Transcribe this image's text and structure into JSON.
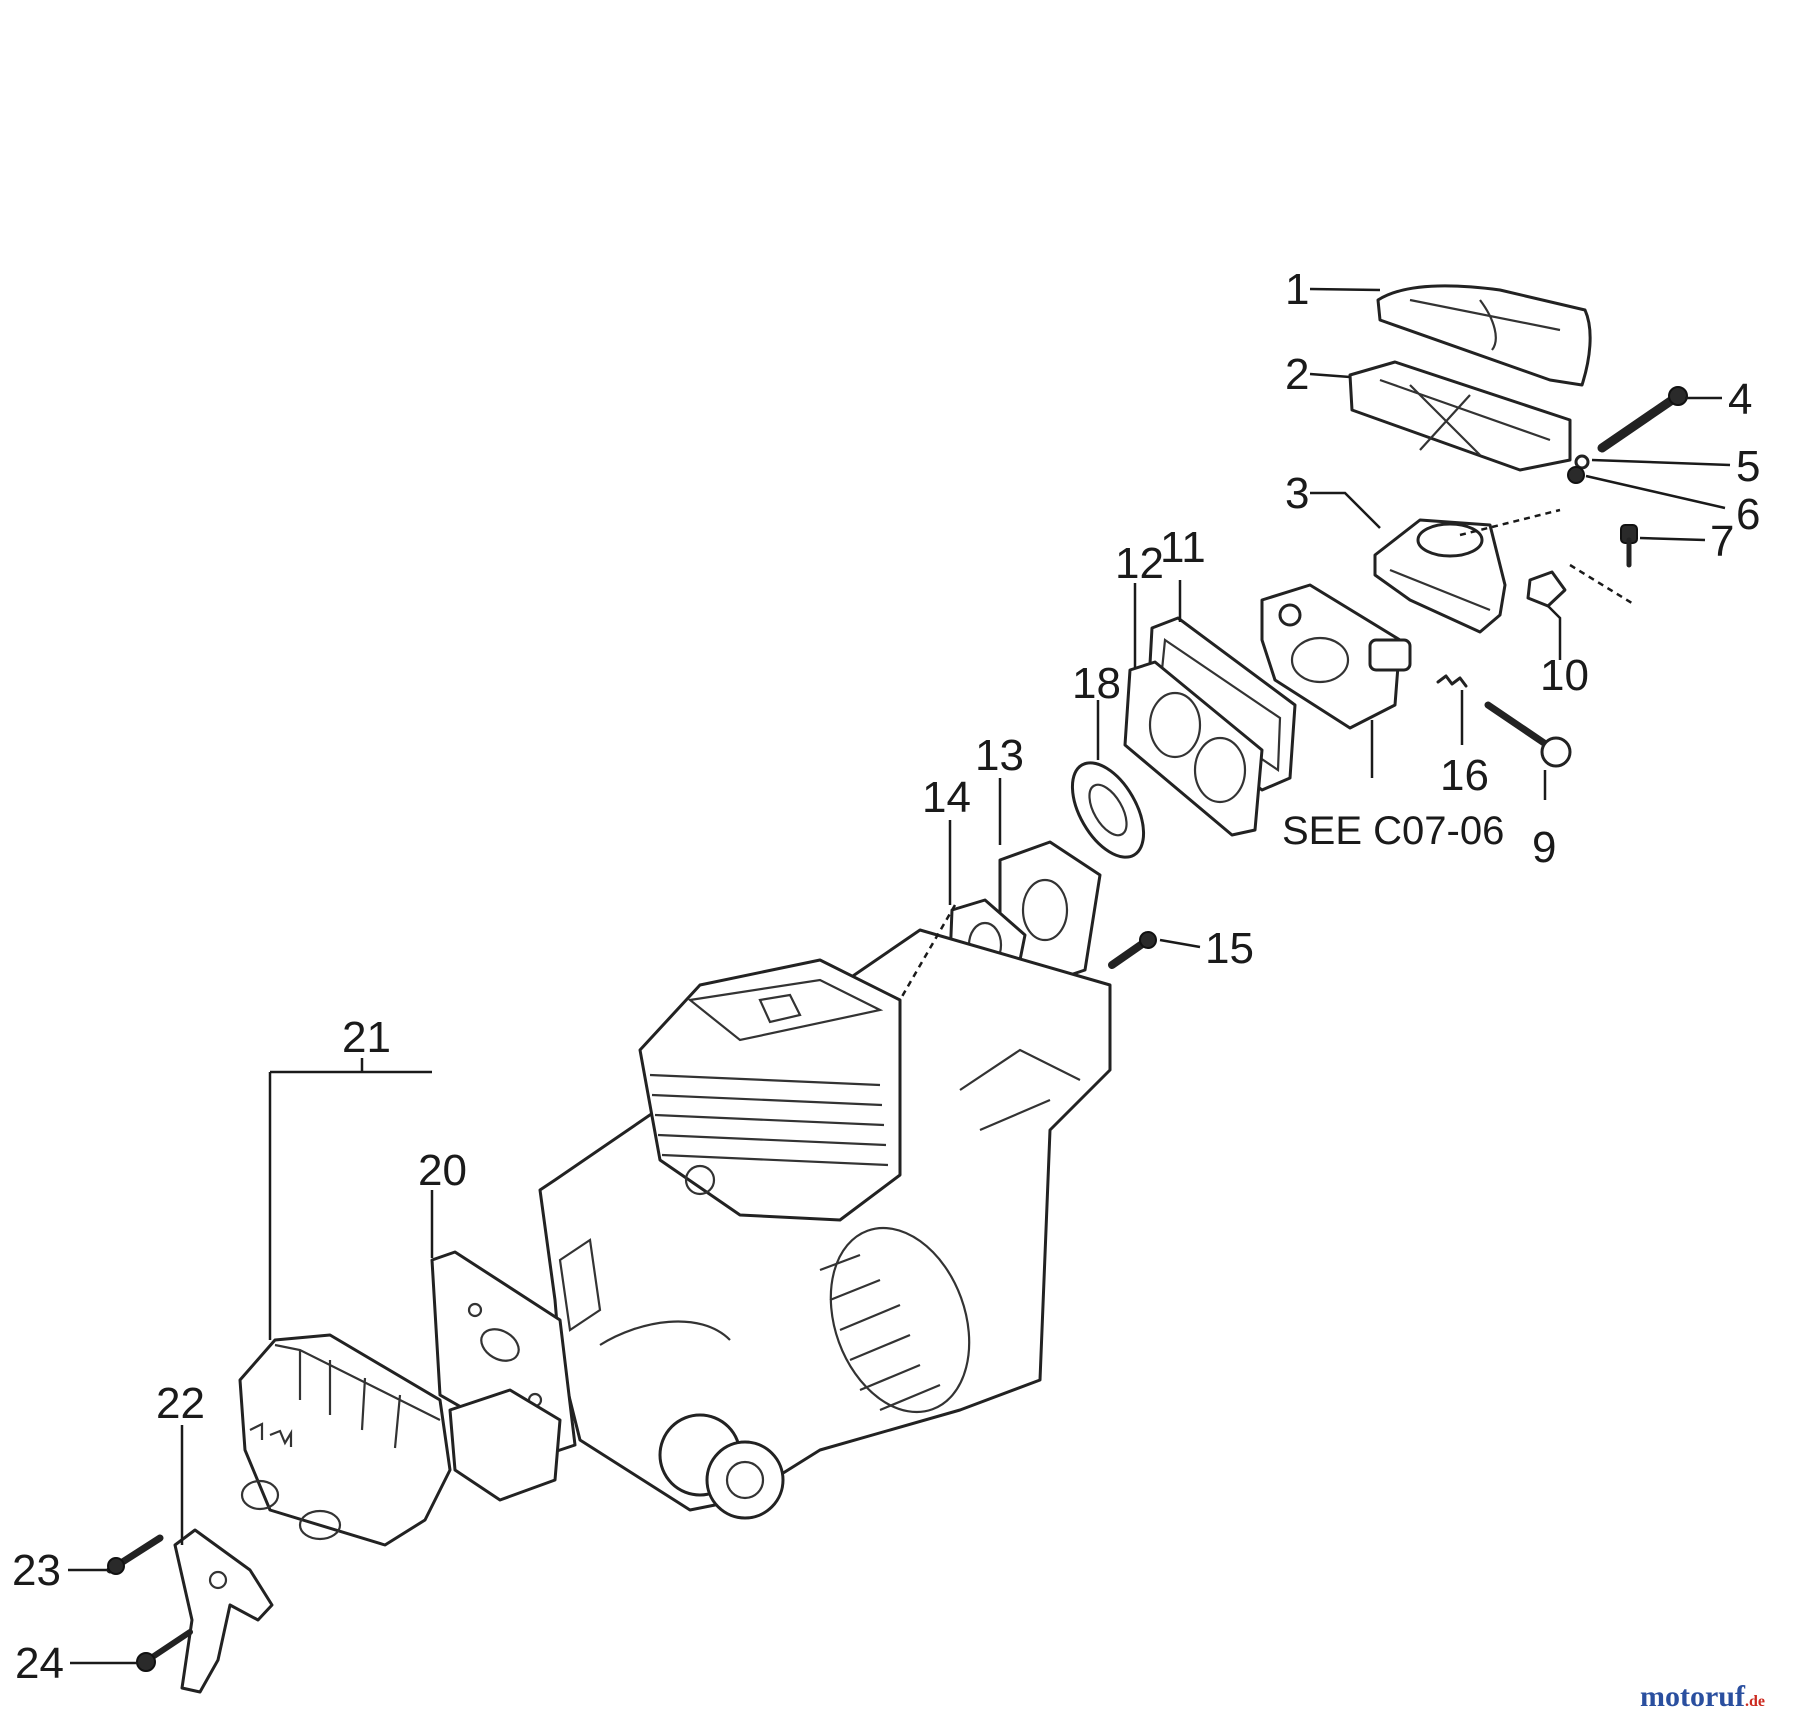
{
  "callouts": {
    "c1": "1",
    "c2": "2",
    "c3": "3",
    "c4": "4",
    "c5": "5",
    "c6": "6",
    "c7": "7",
    "c9": "9",
    "c10": "10",
    "c11": "11",
    "c12": "12",
    "c13": "13",
    "c14": "14",
    "c15": "15",
    "c16": "16",
    "c18": "18",
    "c20": "20",
    "c21": "21",
    "c22": "22",
    "c23": "23",
    "c24": "24"
  },
  "reference_note": "SEE C07-06",
  "watermark": {
    "brand": "motoruf",
    "suffix": ".de",
    "colors": {
      "m1": "#1f3f8f",
      "o1": "#cc2a1f",
      "rest": "#2a4f9f",
      "suffix": "#cc2a1f"
    }
  }
}
